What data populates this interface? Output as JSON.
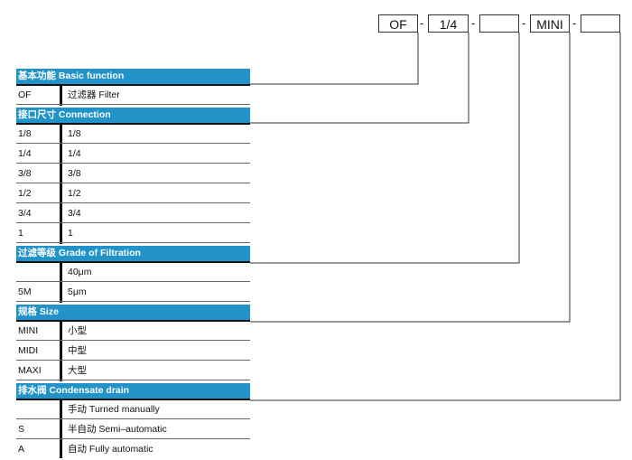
{
  "code_line": {
    "fields": [
      "OF",
      "1/4",
      "",
      "MINI",
      ""
    ],
    "separator": "-"
  },
  "sections": [
    {
      "title": "基本功能 Basic function",
      "rows": [
        {
          "code": "OF",
          "desc": "过滤器 Filter"
        }
      ]
    },
    {
      "title": "接口尺寸 Connection",
      "rows": [
        {
          "code": "1/8",
          "desc": "1/8"
        },
        {
          "code": "1/4",
          "desc": "1/4"
        },
        {
          "code": "3/8",
          "desc": "3/8"
        },
        {
          "code": "1/2",
          "desc": "1/2"
        },
        {
          "code": "3/4",
          "desc": "3/4"
        },
        {
          "code": "1",
          "desc": "1"
        }
      ]
    },
    {
      "title": "过滤等级 Grade of Filtration",
      "rows": [
        {
          "code": "",
          "desc": "40μm"
        },
        {
          "code": "5M",
          "desc": "5μm"
        }
      ]
    },
    {
      "title": "规格 Size",
      "rows": [
        {
          "code": "MINI",
          "desc": "小型"
        },
        {
          "code": "MIDI",
          "desc": "中型"
        },
        {
          "code": "MAXI",
          "desc": "大型"
        }
      ]
    },
    {
      "title": "排水阀 Condensate drain",
      "rows": [
        {
          "code": "",
          "desc": "手动 Turned manually"
        },
        {
          "code": "S",
          "desc": "半自动 Semi–automatic"
        },
        {
          "code": "A",
          "desc": "自动 Fully automatic"
        }
      ]
    }
  ],
  "colors": {
    "header_bg": "#2293c9",
    "header_text": "#ffffff",
    "rule": "#111111"
  }
}
